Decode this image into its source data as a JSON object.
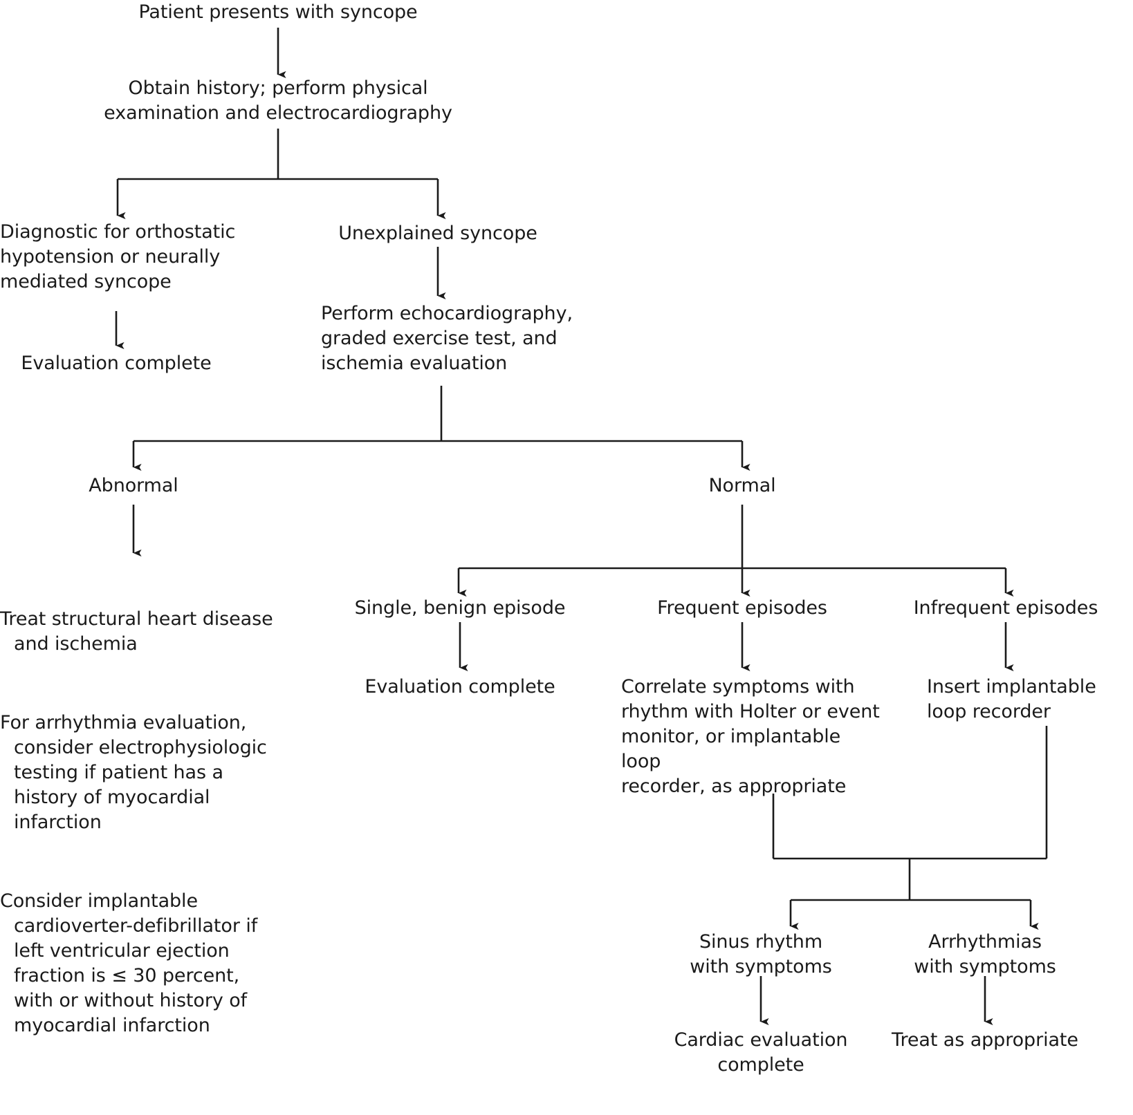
{
  "diagram": {
    "title": "Syncope evaluation algorithm",
    "type": "flowchart",
    "line_color": "#1a1a1a",
    "text_color": "#1a1a1a",
    "background": "#ffffff",
    "nodes": {
      "start": "Patient presents with syncope",
      "history": "Obtain history; perform physical\nexamination and electrocardiography",
      "orthostatic": "Diagnostic for orthostatic\nhypotension or neurally\nmediated syncope",
      "eval_complete_left": "Evaluation complete",
      "unexplained": "Unexplained syncope",
      "echo": "Perform echocardiography,\ngraded exercise test, and\nischemia evaluation",
      "abnormal": "Abnormal",
      "normal": "Normal",
      "treat_structural": "Treat structural heart disease and ischemia",
      "arrhythmia_eval": "For arrhythmia evaluation, consider electrophysiologic testing if patient has a history of myocardial infarction",
      "consider_icd": "Consider implantable cardioverter-defibrillator if left ventricular ejection fraction is ≤ 30 percent, with or without history of myocardial infarction",
      "single_episode": "Single, benign episode",
      "eval_complete_mid": "Evaluation complete",
      "frequent_episodes": "Frequent episodes",
      "correlate": "Correlate symptoms with\nrhythm with Holter or event\nmonitor, or implantable loop\nrecorder, as appropriate",
      "infrequent_episodes": "Infrequent episodes",
      "insert_loop": "Insert implantable\nloop recorder",
      "sinus_rhythm": "Sinus rhythm\nwith symptoms",
      "arrhythmias": "Arrhythmias\nwith symptoms",
      "cardiac_eval_complete": "Cardiac evaluation\ncomplete",
      "treat_appropriate": "Treat as appropriate"
    }
  }
}
